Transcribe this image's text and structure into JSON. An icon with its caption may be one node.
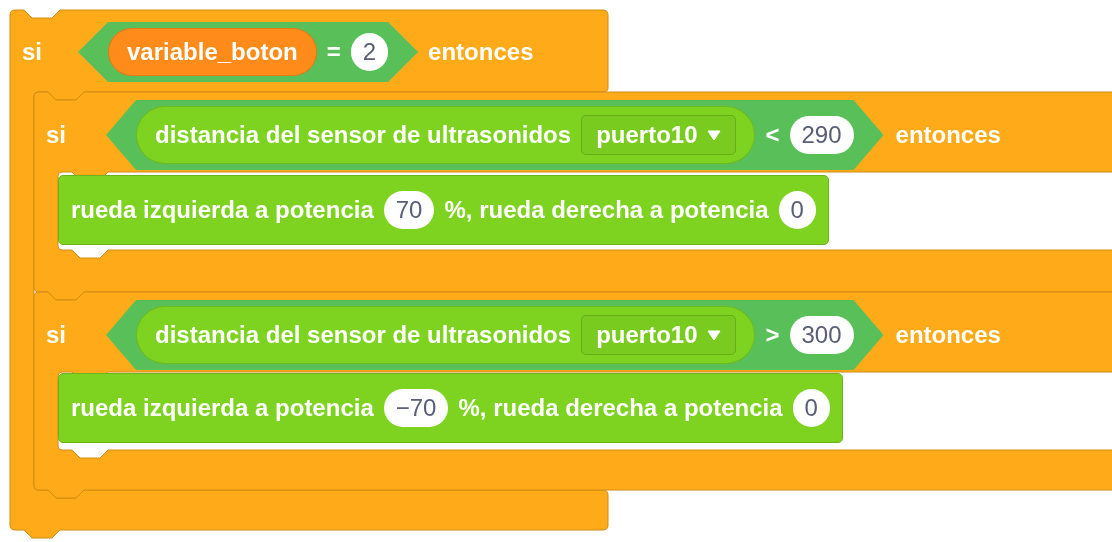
{
  "diagram": {
    "nodes": [
      {
        "text": [
          "si",
          "entonces"
        ]
      },
      {
        "text": [
          "="
        ],
        "in": 0
      },
      {
        "text": [
          "variable_boton"
        ],
        "in": 1
      },
      {
        "text": [
          "2"
        ],
        "in": 1
      },
      {
        "text": [
          "si",
          "entonces"
        ]
      },
      {
        "text": [
          "<"
        ],
        "in": 4
      },
      {
        "text": [
          "distancia del sensor de ultrasonidos"
        ],
        "in": 5
      },
      {
        "text": [
          "puerto10"
        ],
        "in": 6
      },
      {
        "text": [
          "290"
        ],
        "in": 5
      },
      {
        "text": [
          "rueda izquierda a potencia",
          "%, rueda derecha a potencia"
        ],
        "in": 4
      },
      {
        "text": [
          "70"
        ],
        "in": 9
      },
      {
        "text": [
          "0"
        ],
        "in": 9
      },
      {
        "text": [
          "si",
          "entonces"
        ]
      },
      {
        "text": [
          ">"
        ],
        "in": 12
      },
      {
        "text": [
          "distancia del sensor de ultrasonidos"
        ],
        "in": 13
      },
      {
        "text": [
          "puerto10"
        ],
        "in": 14
      },
      {
        "text": [
          "300"
        ],
        "in": 13
      },
      {
        "text": [
          "rueda izquierda a potencia",
          "%, rueda derecha a potencia"
        ],
        "in": 12
      },
      {
        "text": [
          "−70"
        ],
        "in": 17
      },
      {
        "text": [
          "0"
        ],
        "in": 17
      }
    ]
  }
}
